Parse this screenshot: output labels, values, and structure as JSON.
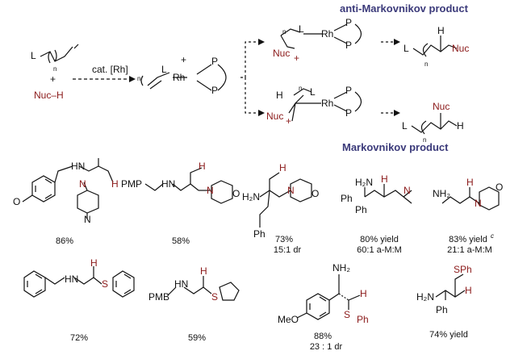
{
  "colors": {
    "header": "#3b3a7a",
    "nucleophile": "#8b1a1a",
    "bond": "#111111"
  },
  "scheme": {
    "anti_markovnikov_label": "anti-Markovnikov product",
    "markovnikov_label": "Markovnikov product",
    "substrate_atom": "L",
    "subscript_n": "n",
    "plus": "+",
    "nucleophile": "Nuc–H",
    "catalyst": "cat. [Rh]",
    "rh": "Rh",
    "p": "P",
    "l": "L",
    "nuc": "Nuc",
    "h": "H",
    "charge": "+"
  },
  "examples_row1": [
    {
      "yield": "86%"
    },
    {
      "yield": "58%"
    },
    {
      "yield": "73%",
      "selectivity": "15:1 dr"
    },
    {
      "yield": "80% yield",
      "selectivity": "60:1 a-M:M"
    },
    {
      "yield": "83% yield",
      "footnote": "c",
      "selectivity": "21:1 a-M:M"
    }
  ],
  "examples_row2": [
    {
      "yield": "72%"
    },
    {
      "yield": "59%"
    },
    {
      "yield": "88%",
      "selectivity": "23 : 1 dr"
    },
    {
      "yield": "74% yield"
    }
  ],
  "atoms": {
    "hn": "HN",
    "n": "N",
    "o": "O",
    "s": "S",
    "meo": "MeO",
    "pmp": "PMP",
    "pmb": "PMB",
    "h2n": "H₂N",
    "nh2": "NH₂",
    "ph": "Ph",
    "sph": "SPh",
    "h": "H"
  }
}
